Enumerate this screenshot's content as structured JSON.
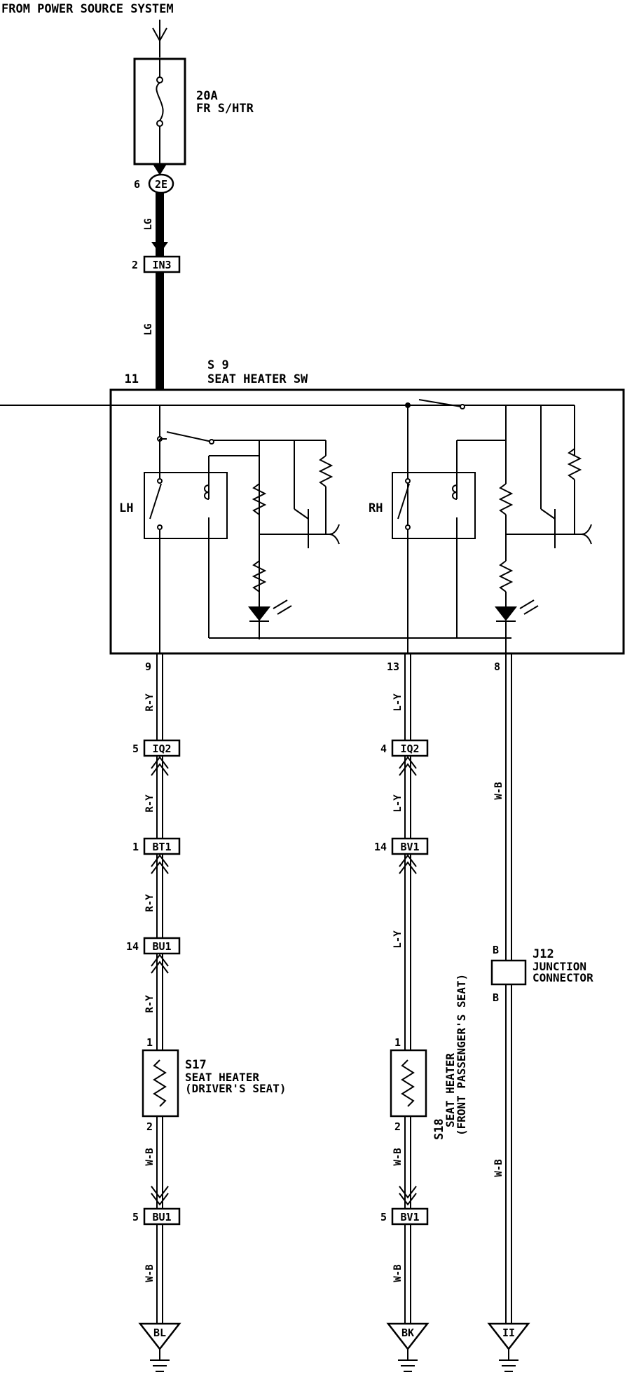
{
  "header": {
    "source": "FROM POWER SOURCE SYSTEM"
  },
  "fuse": {
    "rating": "20A",
    "name": "FR S/HTR"
  },
  "connectors": {
    "c2e": {
      "code": "2E",
      "pin": "6"
    },
    "in3": {
      "code": "IN3",
      "pin": "2"
    },
    "iq2_lh": {
      "code": "IQ2",
      "pin": "5"
    },
    "bt1": {
      "code": "BT1",
      "pin": "1"
    },
    "bu1_top": {
      "code": "BU1",
      "pin": "14"
    },
    "bu1_bot": {
      "code": "BU1",
      "pin": "5"
    },
    "iq2_rh": {
      "code": "IQ2",
      "pin": "4"
    },
    "bv1_top": {
      "code": "BV1",
      "pin": "14"
    },
    "bv1_bot": {
      "code": "BV1",
      "pin": "5"
    }
  },
  "switch": {
    "id": "S 9",
    "name": "SEAT HEATER SW",
    "pin_in": "11",
    "pin_lh": "9",
    "pin_rh": "13",
    "pin_gnd": "8",
    "relay_lh": "LH",
    "relay_rh": "RH"
  },
  "wires": {
    "lg": "LG",
    "ry": "R-Y",
    "ly": "L-Y",
    "wb": "W-B"
  },
  "heater_lh": {
    "id": "S17",
    "line1": "SEAT HEATER",
    "line2": "(DRIVER'S SEAT)",
    "pin_top": "1",
    "pin_bot": "2"
  },
  "heater_rh": {
    "id": "S18",
    "line1": "SEAT HEATER",
    "line2": "(FRONT PASSENGER'S SEAT)",
    "pin_top": "1",
    "pin_bot": "2"
  },
  "junction": {
    "id": "J12",
    "line1": "JUNCTION",
    "line2": "CONNECTOR",
    "pin_top": "B",
    "pin_bot": "B"
  },
  "grounds": {
    "lh": "BL",
    "rh": "BK",
    "j": "II"
  }
}
